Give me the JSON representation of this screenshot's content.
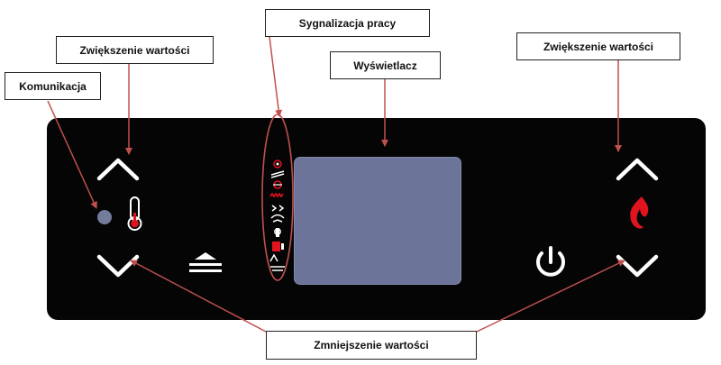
{
  "callouts": {
    "sygnalizacja": "Sygnalizacja pracy",
    "zwiekszenie_left": "Zwiększenie wartości",
    "zwiekszenie_right": "Zwiększenie wartości",
    "komunikacja": "Komunikacja",
    "wyswietlacz": "Wyświetlacz",
    "zmniejszenie": "Zmniejszenie wartości"
  },
  "panel": {
    "colors": {
      "background": "#050505",
      "display": "#6d7499",
      "accent": "#e0141e",
      "icon": "#ffffff",
      "arrow": "#c0504d"
    },
    "icons": [
      "chevron-up-icon",
      "chevron-down-icon",
      "thermometer-icon",
      "status-led-icon",
      "eject-icon",
      "power-icon",
      "flame-icon",
      "status-indicator-icons"
    ]
  }
}
